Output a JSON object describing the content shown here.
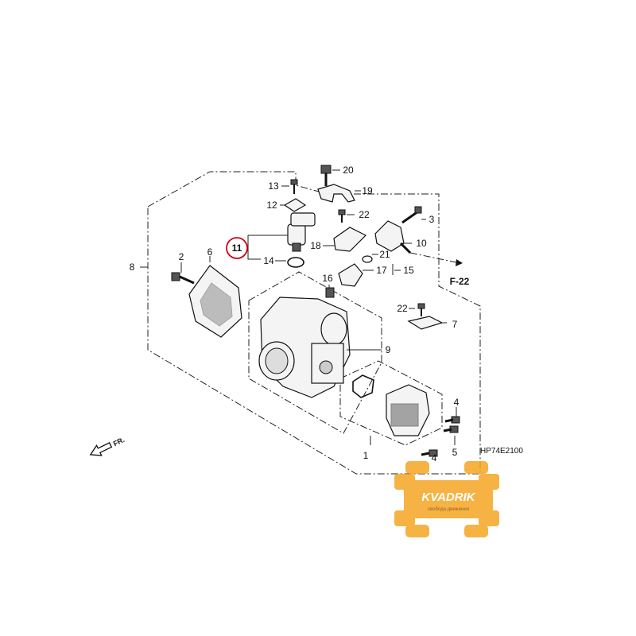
{
  "diagram": {
    "reference_code": "HP74E2100",
    "ref_label": "F-22",
    "direction_label": "FR.",
    "highlighted_callout": "11",
    "callouts": {
      "c1": "1",
      "c2": "2",
      "c3": "3",
      "c4a": "4",
      "c4b": "4",
      "c5": "5",
      "c6": "6",
      "c7": "7",
      "c8": "8",
      "c9": "9",
      "c10": "10",
      "c11": "11",
      "c12": "12",
      "c13": "13",
      "c14": "14",
      "c15": "15",
      "c16": "16",
      "c17": "17",
      "c18": "18",
      "c19": "19",
      "c20": "20",
      "c21": "21",
      "c22a": "22",
      "c22b": "22"
    }
  },
  "watermark": {
    "brand": "KVADRIK",
    "tagline": "свобода движения",
    "colors": {
      "fill": "#F5A623",
      "text": "#FFFFFF"
    }
  },
  "colors": {
    "highlight": "#D0021B"
  }
}
